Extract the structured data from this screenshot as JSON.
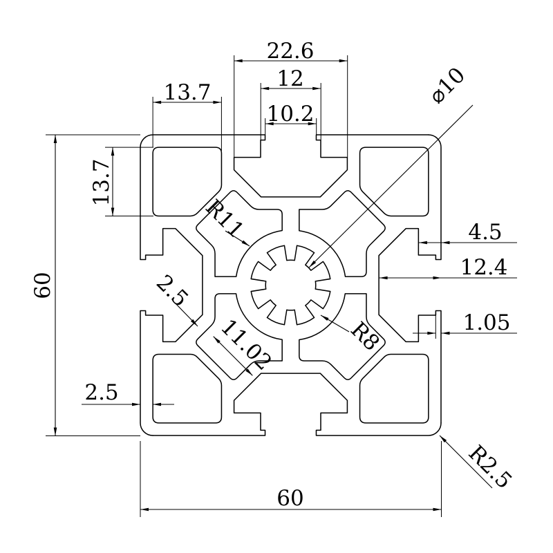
{
  "drawing": {
    "type": "technical-drawing",
    "subject": "aluminum-extrusion-profile-cross-section",
    "background_color": "#ffffff",
    "line_color": "#000000",
    "dimensions": {
      "slot_inner_width": "22.6",
      "slot_mouth_width": "12",
      "slot_opening_width": "10.2",
      "corner_cavity_width": "13.7",
      "corner_cavity_height": "13.7",
      "profile_height": "60",
      "profile_width": "60",
      "bore_diameter": "⌀10",
      "core_radius": "R11",
      "bore_root_radius": "R8",
      "shoulder_depth": "4.5",
      "slot_depth": "12.4",
      "lip_step": "1.05",
      "web_wall_thickness": "2.5",
      "side_wall_thickness": "2.5",
      "channel_width": "11.02",
      "corner_radius": "R2.5"
    }
  }
}
